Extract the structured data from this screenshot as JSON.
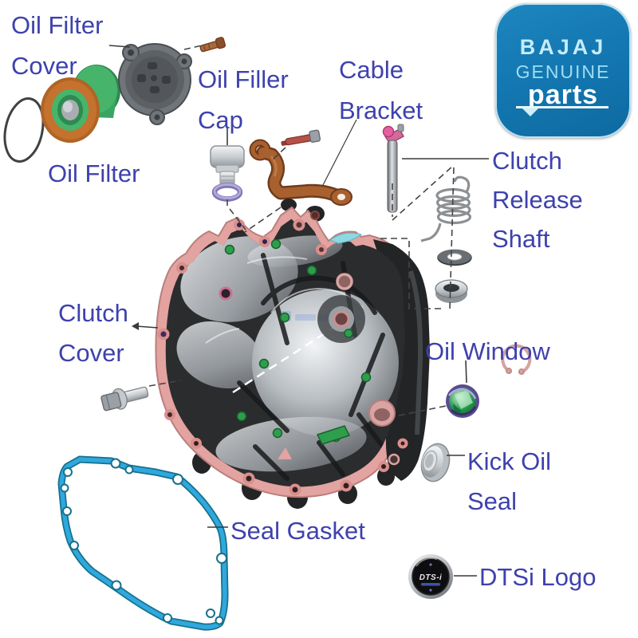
{
  "colors": {
    "label_text": "#3e41ad",
    "badge_bg": "#1478b2",
    "badge_text_light": "#c6ecf8",
    "badge_text_mid": "#9edef2",
    "gasket_blue": "#2fa8de",
    "gasket_outline": "#17718c",
    "cover_pink": "#e3a3a0",
    "cover_dark": "#2b2c2e",
    "bracket_brown": "#a9602f",
    "filter_green": "#3aa561",
    "filter_orange": "#c4722e",
    "oring_purple": "#8f83c0",
    "window_green": "#2a9a52",
    "highlight_cyan": "#8ed8e3",
    "shaft_pink": "#d9559b"
  },
  "badge": {
    "brand": "BAJAJ",
    "genuine": "GENUINE",
    "parts": "parts"
  },
  "dtsi_badge": {
    "text": "DTS-i"
  },
  "labels": {
    "oil_filter_cover": {
      "lines": [
        "Oil Filter",
        "Cover"
      ]
    },
    "oil_filler_cap": {
      "lines": [
        "Oil Filler",
        "Cap"
      ]
    },
    "cable_bracket": {
      "lines": [
        "Cable",
        "Bracket"
      ]
    },
    "oil_filter": {
      "lines": [
        "Oil Filter"
      ]
    },
    "clutch_release_shaft": {
      "lines": [
        "Clutch",
        "Release",
        "Shaft"
      ]
    },
    "clutch_cover": {
      "lines": [
        "Clutch",
        "Cover"
      ]
    },
    "oil_window": {
      "lines": [
        "Oil Window"
      ]
    },
    "kick_oil_seal": {
      "lines": [
        "Kick Oil",
        "Seal"
      ]
    },
    "seal_gasket": {
      "lines": [
        "Seal Gasket"
      ]
    },
    "dtsi_logo": {
      "lines": [
        "DTSi Logo"
      ]
    }
  }
}
